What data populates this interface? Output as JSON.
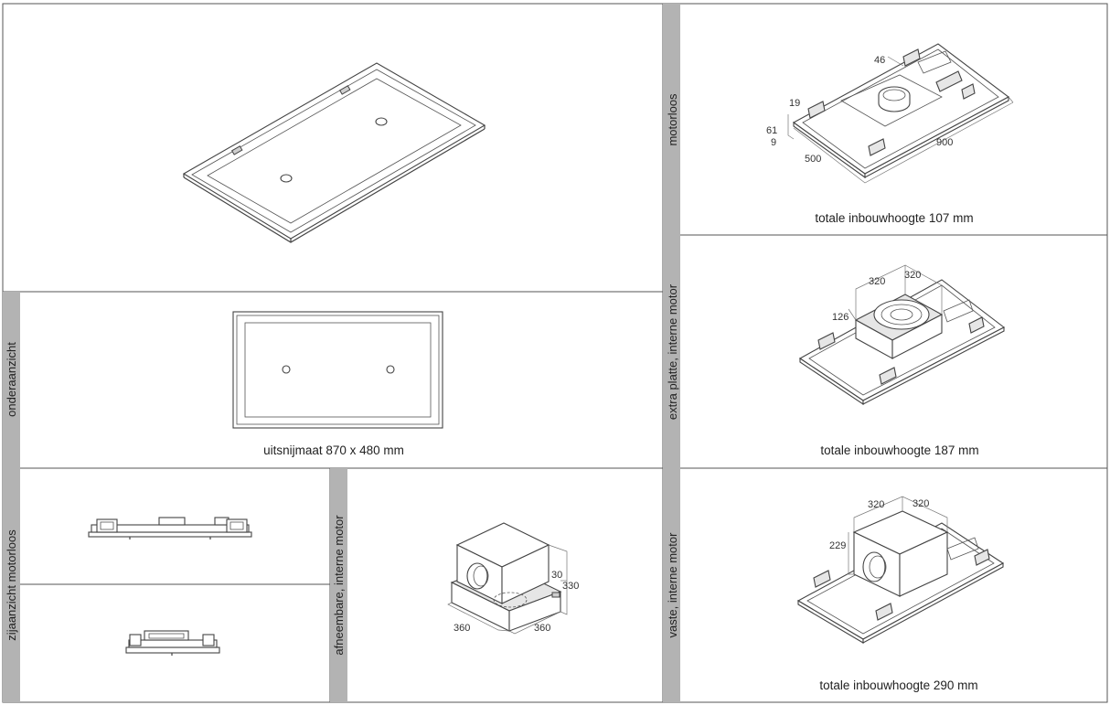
{
  "panels": {
    "bottom_view": {
      "side_label": "onderaanzicht",
      "caption": "uitsnijmaat 870 x 480 mm"
    },
    "side_view": {
      "side_label": "zijaanzicht motorloos"
    },
    "removable_motor": {
      "side_label": "afneembare, interne motor",
      "dims": {
        "top": "30",
        "height": "330",
        "left": "360",
        "right": "360"
      }
    },
    "motorless": {
      "side_label": "motorloos",
      "caption": "totale inbouwhoogte 107 mm",
      "dims": {
        "d46": "46",
        "d19": "19",
        "d61": "61",
        "d9": "9",
        "width": "500",
        "length": "900"
      }
    },
    "extra_plate": {
      "side_label": "extra platte, interne motor",
      "caption": "totale inbouwhoogte 187 mm",
      "dims": {
        "a": "320",
        "b": "320",
        "h": "126"
      }
    },
    "fixed_motor": {
      "side_label": "vaste, interne motor",
      "caption": "totale inbouwhoogte 290 mm",
      "dims": {
        "a": "320",
        "b": "320",
        "h": "229"
      }
    }
  }
}
